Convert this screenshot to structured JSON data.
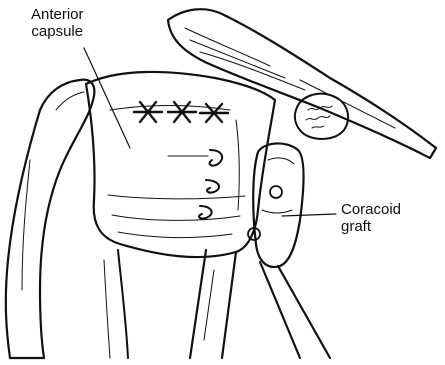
{
  "labels": {
    "anterior_capsule_line1": "Anterior",
    "anterior_capsule_line2": "capsule",
    "coracoid_graft_line1": "Coracoid",
    "coracoid_graft_line2": "graft"
  }
}
